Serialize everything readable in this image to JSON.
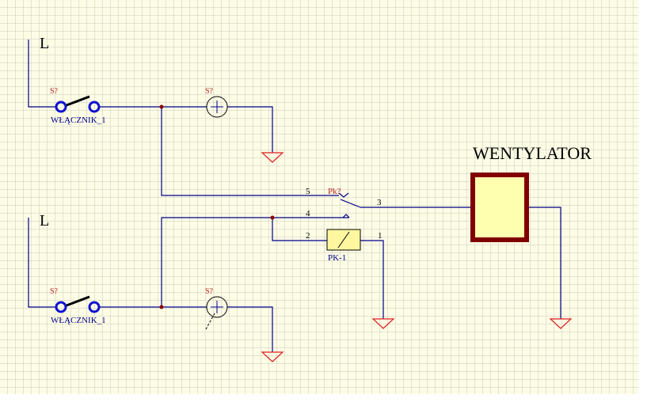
{
  "circuit_1": {
    "source_label": "L",
    "switch_ref": "S?",
    "switch_name": "WŁĄCZNIK_1",
    "lamp_ref": "S?"
  },
  "circuit_2": {
    "source_label": "L",
    "switch_ref": "S?",
    "switch_name": "WŁĄCZNIK_1",
    "lamp_ref": "S?"
  },
  "relay": {
    "contact_ref": "Pk?",
    "coil_name": "PK-1",
    "pins": {
      "p5": "5",
      "p4": "4",
      "p3": "3",
      "p2": "2",
      "p1": "1"
    }
  },
  "fan": {
    "label": "WENTYLATOR"
  },
  "colors": {
    "wire": "#00008b",
    "junction": "#8b0000",
    "ground": "#e02020",
    "ref": "#c02020",
    "fan_border": "#800000",
    "grid_bg": "#fdfde6"
  }
}
